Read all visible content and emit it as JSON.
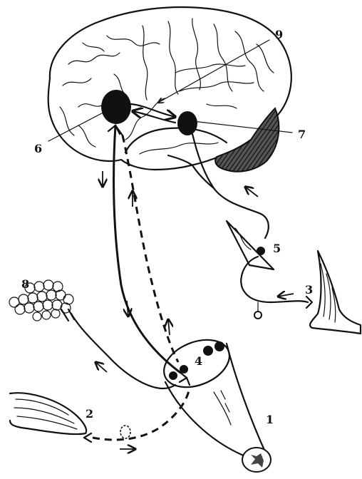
{
  "labels": {
    "n1": "1",
    "n2": "2",
    "n3": "3",
    "n4": "4",
    "n5": "5",
    "n6": "6",
    "n7": "7",
    "n8": "8",
    "n9": "9"
  },
  "colors": {
    "ink": "#111111",
    "background": "#ffffff",
    "cerebellum": "#333333"
  }
}
